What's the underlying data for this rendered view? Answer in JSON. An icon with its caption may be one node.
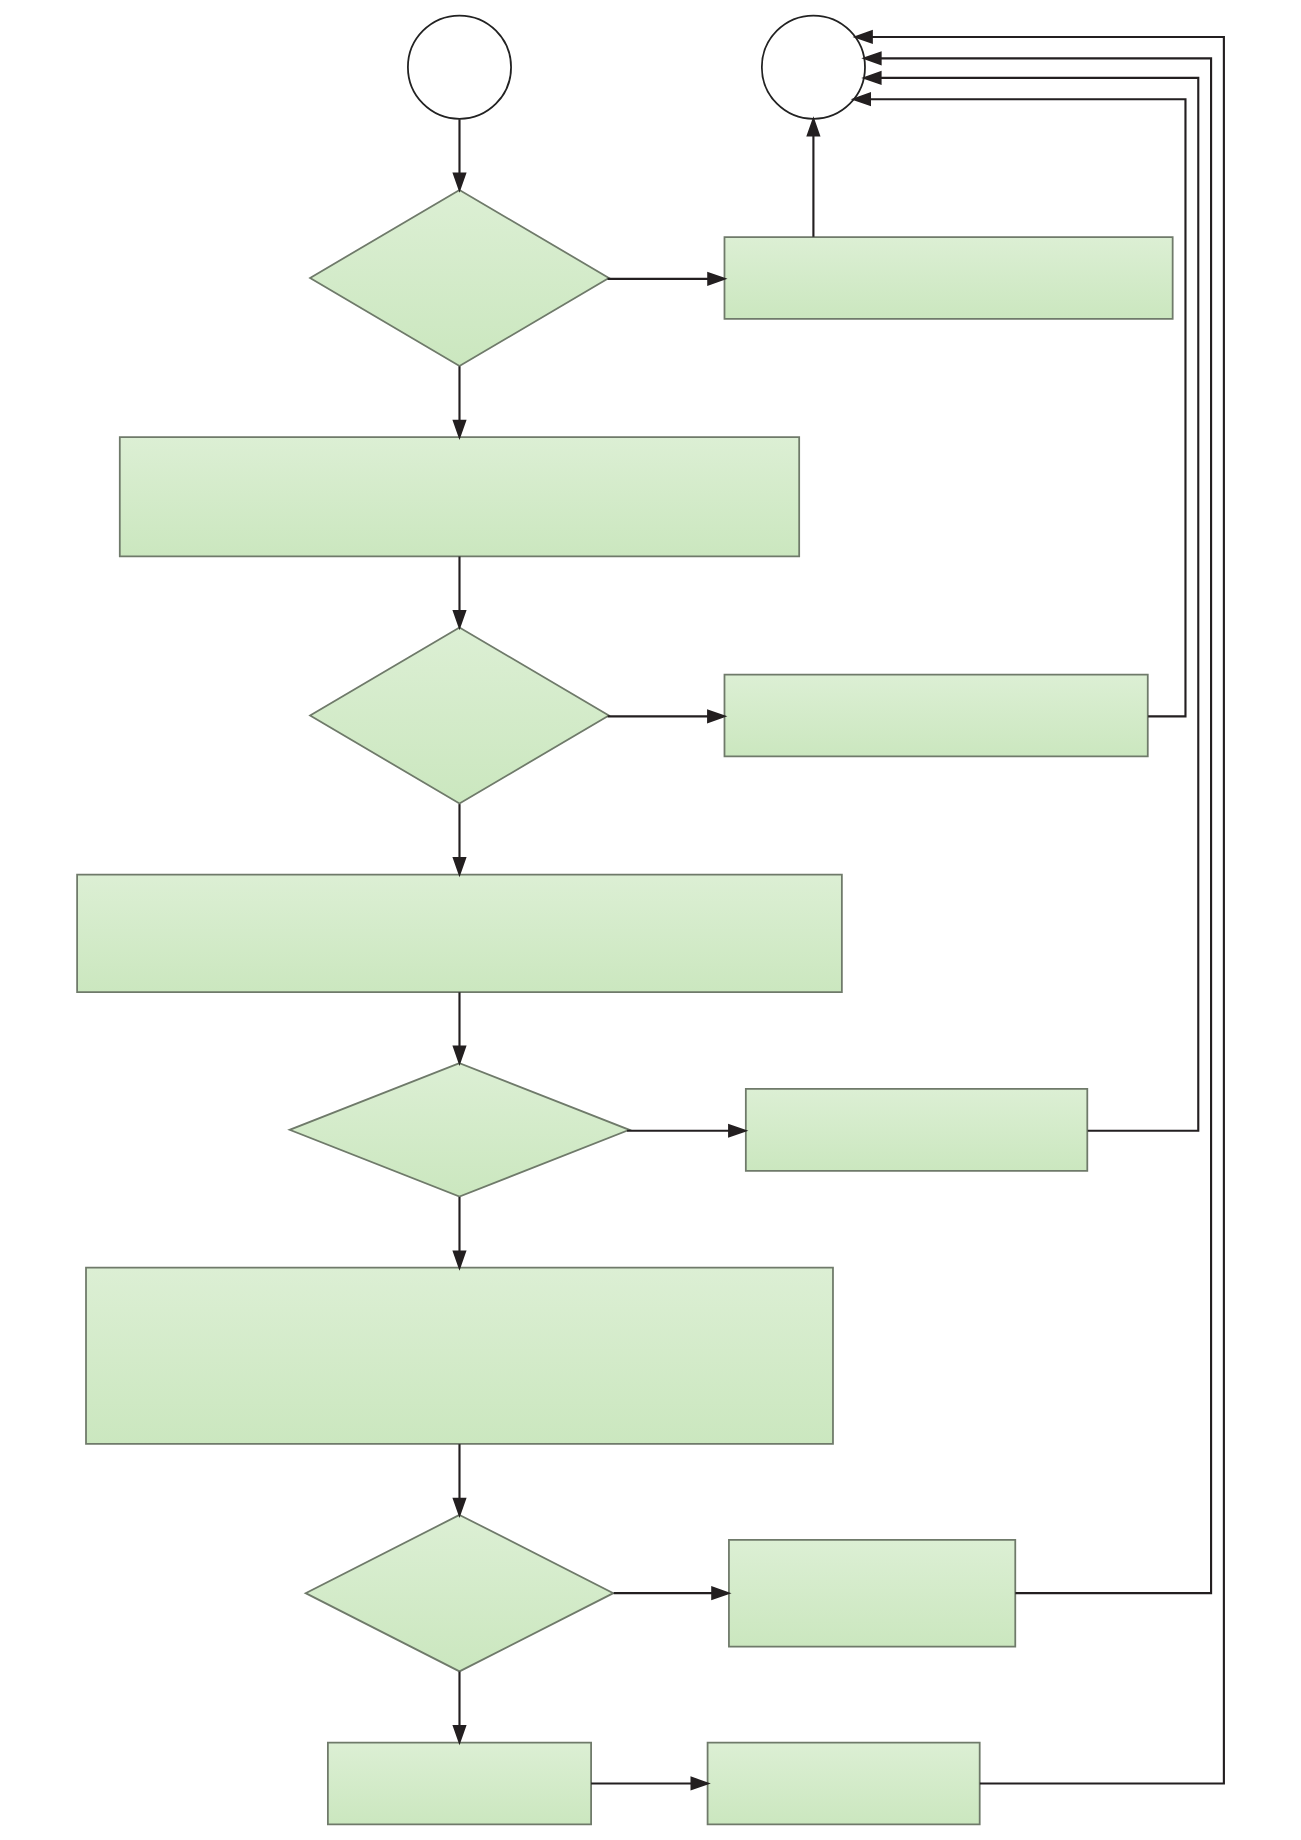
{
  "diagram": {
    "nodes": [
      {
        "text": [],
        "shape": "circle"
      },
      {
        "text": [],
        "shape": "circle"
      },
      {
        "text": [],
        "shape": "diamond"
      },
      {
        "text": [],
        "shape": "box"
      },
      {
        "text": [],
        "shape": "box"
      },
      {
        "text": [],
        "shape": "diamond"
      },
      {
        "text": [],
        "shape": "box"
      },
      {
        "text": [],
        "shape": "box"
      },
      {
        "text": [],
        "shape": "diamond"
      },
      {
        "text": [],
        "shape": "box"
      },
      {
        "text": [],
        "shape": "box"
      },
      {
        "text": [],
        "shape": "diamond"
      },
      {
        "text": [],
        "shape": "box"
      },
      {
        "text": [],
        "shape": "box"
      },
      {
        "text": [],
        "shape": "box"
      }
    ],
    "edges": [
      {
        "from": 0,
        "to": 2,
        "arrow": "to"
      },
      {
        "from": 2,
        "to": 3,
        "arrow": "to"
      },
      {
        "from": 3,
        "to": 1,
        "arrow": "to"
      },
      {
        "from": 2,
        "to": 4,
        "arrow": "to"
      },
      {
        "from": 4,
        "to": 5,
        "arrow": "to"
      },
      {
        "from": 5,
        "to": 6,
        "arrow": "to"
      },
      {
        "from": 6,
        "to": 1,
        "arrow": "to"
      },
      {
        "from": 5,
        "to": 7,
        "arrow": "to"
      },
      {
        "from": 7,
        "to": 8,
        "arrow": "to"
      },
      {
        "from": 8,
        "to": 9,
        "arrow": "to"
      },
      {
        "from": 9,
        "to": 1,
        "arrow": "to"
      },
      {
        "from": 8,
        "to": 10,
        "arrow": "to"
      },
      {
        "from": 10,
        "to": 11,
        "arrow": "to"
      },
      {
        "from": 11,
        "to": 12,
        "arrow": "to"
      },
      {
        "from": 12,
        "to": 1,
        "arrow": "to"
      },
      {
        "from": 11,
        "to": 13,
        "arrow": "to"
      },
      {
        "from": 13,
        "to": 14,
        "arrow": "to"
      },
      {
        "from": 14,
        "to": 1,
        "arrow": "to"
      }
    ]
  }
}
